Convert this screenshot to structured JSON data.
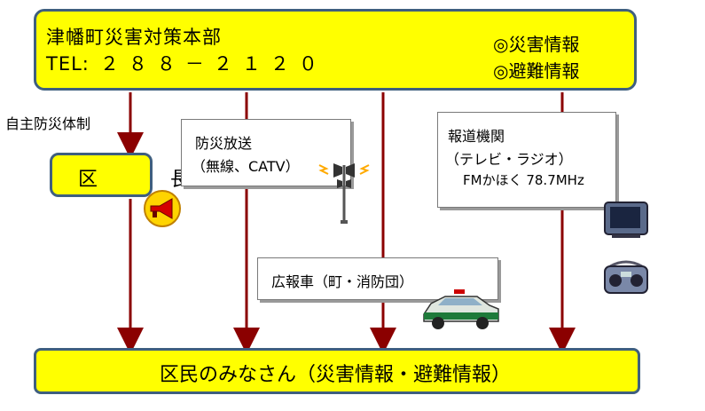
{
  "headquarters": {
    "name": "津幡町災害対策本部",
    "tel_label": "TEL:",
    "tel_number": "２８８－２１２０",
    "info_1": "◎災害情報",
    "info_2": "◎避難情報"
  },
  "self_defense_label": "自主防災体制",
  "ward_chief": "区　長",
  "broadcast": {
    "title": "防災放送",
    "detail": "（無線、CATV）"
  },
  "media": {
    "title": "報道機関",
    "detail": "（テレビ・ラジオ）",
    "station": "FMかほく 78.7MHz"
  },
  "pr_vehicle": "広報車（町・消防団）",
  "residents": "区民のみなさん（災害情報・避難情報）",
  "icons": [
    "megaphone-icon",
    "loudspeaker-tower-icon",
    "police-car-icon",
    "television-icon",
    "radio-icon"
  ],
  "colors": {
    "box_fill": "#ffff00",
    "box_border": "#3f5f7f",
    "arrow": "#8b0000"
  }
}
